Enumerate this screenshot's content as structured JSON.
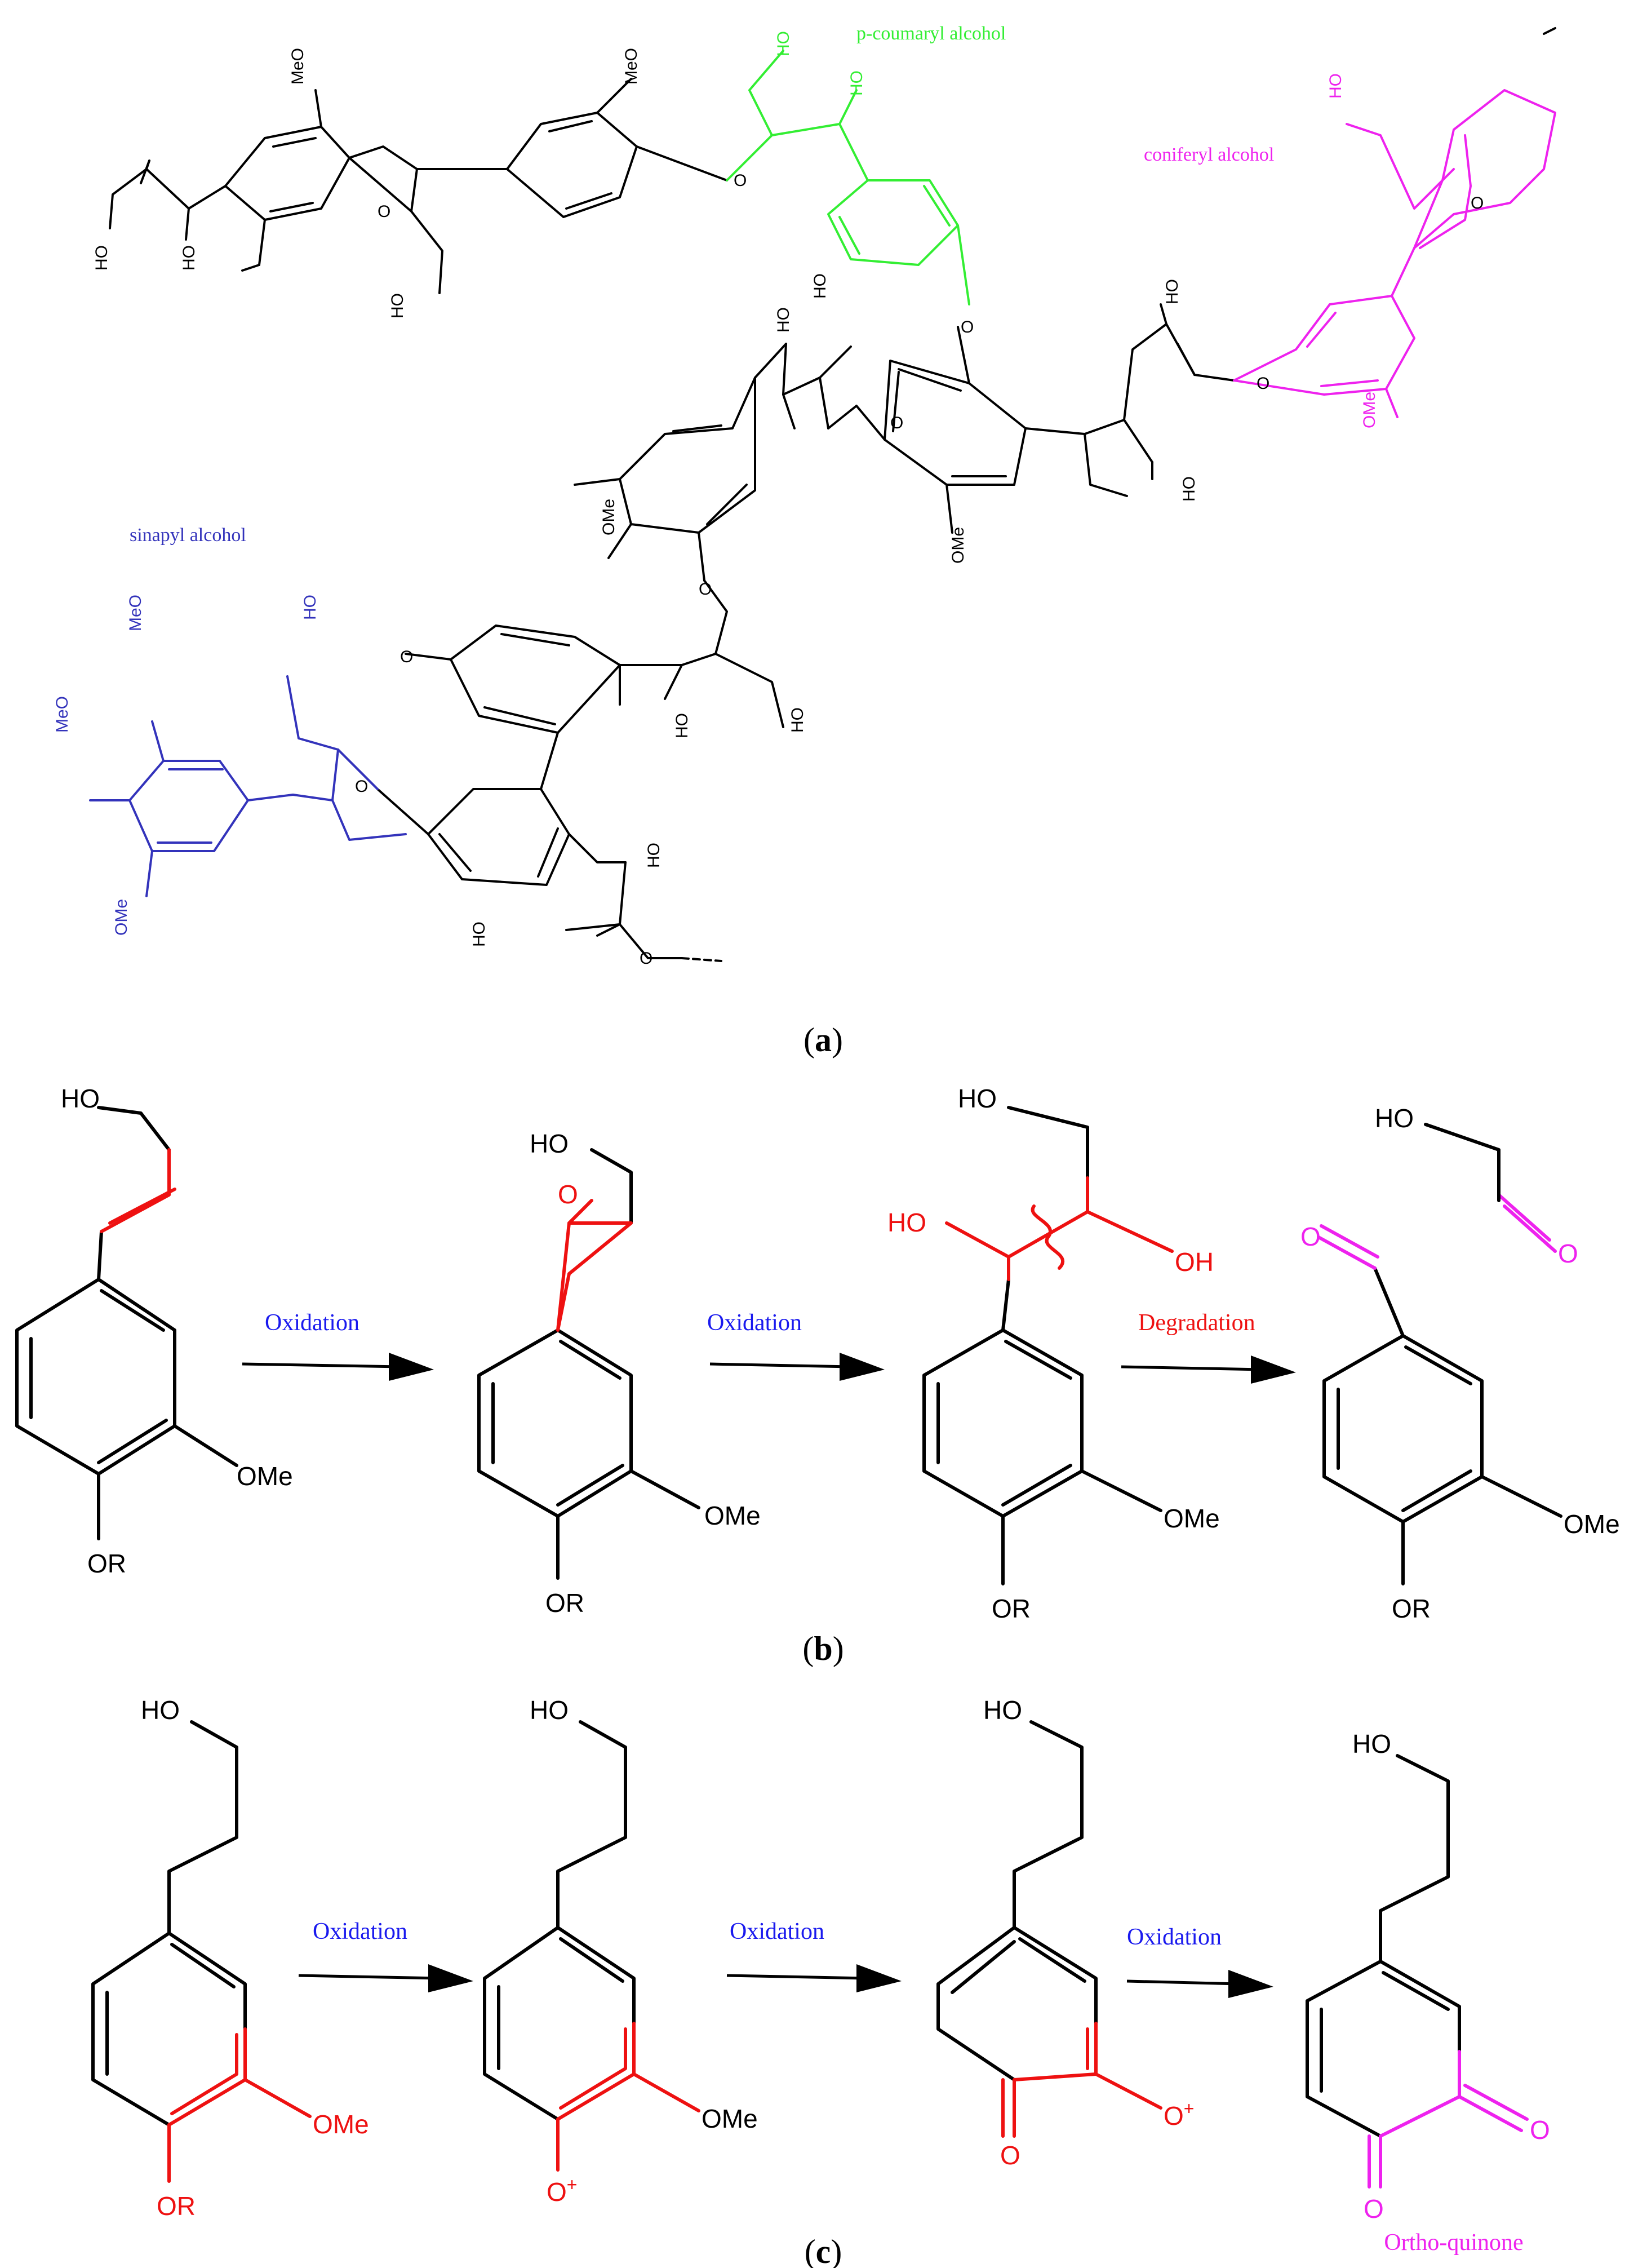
{
  "panels": [
    {
      "id": "a",
      "caption_pre": "(",
      "caption_letter": "a",
      "caption_post": ")",
      "unit_labels": {
        "coumaryl": "p-coumaryl alcohol",
        "coniferyl": "coniferyl alcohol",
        "sinapyl": "sinapyl alcohol"
      },
      "groups": {
        "hydroxyl": "HO",
        "methoxy_left": "MeO",
        "methoxy_right": "OMe",
        "ether_o": "O"
      }
    },
    {
      "id": "b",
      "caption_pre": "(",
      "caption_letter": "b",
      "caption_post": ")",
      "arrows": [
        "Oxidation",
        "Oxidation",
        "Degradation"
      ],
      "groups": {
        "hydroxyl_left": "HO",
        "hydroxyl_right": "OH",
        "methoxy": "OMe",
        "alkoxy": "OR",
        "oxygen": "O"
      }
    },
    {
      "id": "c",
      "caption_pre": "(",
      "caption_letter": "c",
      "caption_post": ")",
      "arrows": [
        "Oxidation",
        "Oxidation",
        "Oxidation"
      ],
      "product_label": "Ortho-quinone",
      "groups": {
        "hydroxyl": "HO",
        "methoxy": "OMe",
        "alkoxy": "OR",
        "oxygen": "O",
        "oxyl": "O",
        "charge": "+"
      }
    }
  ],
  "colors": {
    "bond": "#000000",
    "coumaryl": "#33ee33",
    "coniferyl": "#ee22ee",
    "sinapyl": "#3333bb",
    "oxidation_label": "#1a1aee",
    "degradation_label": "#ee1111",
    "reactive_site": "#ee1111",
    "product": "#ee22ee"
  }
}
